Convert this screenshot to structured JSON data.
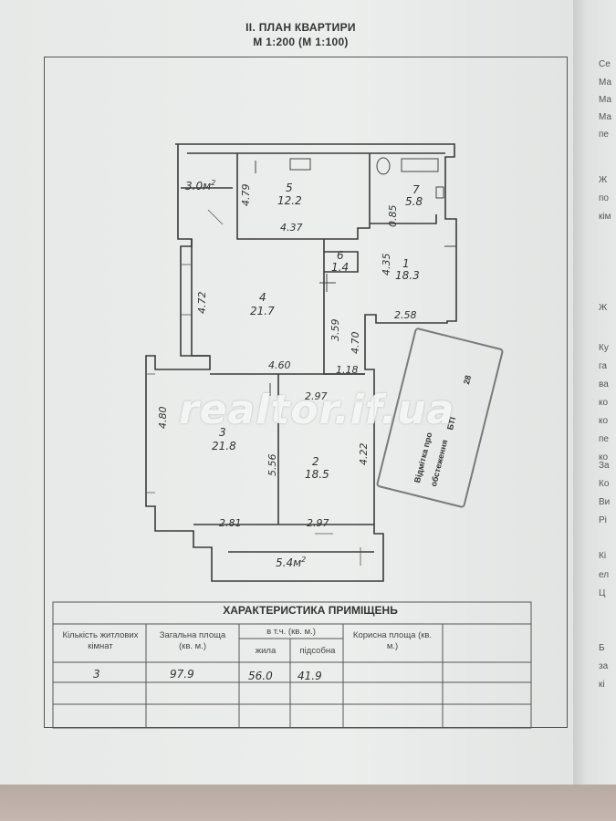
{
  "header": {
    "title": "ІІ. ПЛАН КВАРТИРИ",
    "scale": "М 1:200 (М 1:100)"
  },
  "plan": {
    "rooms": [
      {
        "id": "room-1",
        "number": "1",
        "area": "18.3"
      },
      {
        "id": "room-2",
        "number": "2",
        "area": "18.5"
      },
      {
        "id": "room-3",
        "number": "3",
        "area": "21.8"
      },
      {
        "id": "room-4",
        "number": "4",
        "area": "21.7"
      },
      {
        "id": "room-5",
        "number": "5",
        "area": "12.2"
      },
      {
        "id": "room-6",
        "number": "6",
        "area": "1.4"
      },
      {
        "id": "room-7",
        "number": "7",
        "area": "5.8"
      }
    ],
    "balconies": {
      "top": "3.0м",
      "bottom": "5.4м",
      "sup": "2"
    },
    "dimensions": {
      "d_479": "4.79",
      "d_437": "4.37",
      "d_085": "0.85",
      "d_435": "4.35",
      "d_258": "2.58",
      "d_472": "4.72",
      "d_359": "3.59",
      "d_470": "4.70",
      "d_460": "4.60",
      "d_118": "1.18",
      "d_297_top": "2.97",
      "d_480": "4.80",
      "d_556": "5.56",
      "d_422": "4.22",
      "d_281": "2.81",
      "d_297_bot": "2.97"
    }
  },
  "watermark": "realtor.if.ua",
  "stamp": {
    "line1": "Відмітка про",
    "line2": "обстеження",
    "line3": "БТІ",
    "date": "28"
  },
  "characteristics": {
    "title": "ХАРАКТЕРИСТИКА ПРИМІЩЕНЬ",
    "headers": {
      "rooms_count": "Кількість житлових кімнат",
      "total_area": "Загальна площа (кв. м.)",
      "incl": "в т.ч. (кв. м.)",
      "living": "жила",
      "auxiliary": "підсобна",
      "useful_area": "Корисна площа (кв. м.)"
    },
    "values": {
      "rooms_count": "3",
      "total_area": "97.9",
      "living": "56.0",
      "auxiliary": "41.9"
    }
  },
  "right_page": {
    "lines": [
      "Се",
      "Ма",
      "Ма",
      "Ма",
      "пе",
      "Ж",
      "по",
      "кім",
      "Ж",
      "Ку",
      "га",
      "ва",
      "ко",
      "ко",
      "пе",
      "ко",
      "За",
      "Ко",
      "Ви",
      "Рі",
      "Кі",
      "ел",
      "Ц",
      "Б",
      "за",
      "кі"
    ]
  },
  "colors": {
    "ink": "#3a3a3a",
    "paper": "#e9ebea"
  }
}
